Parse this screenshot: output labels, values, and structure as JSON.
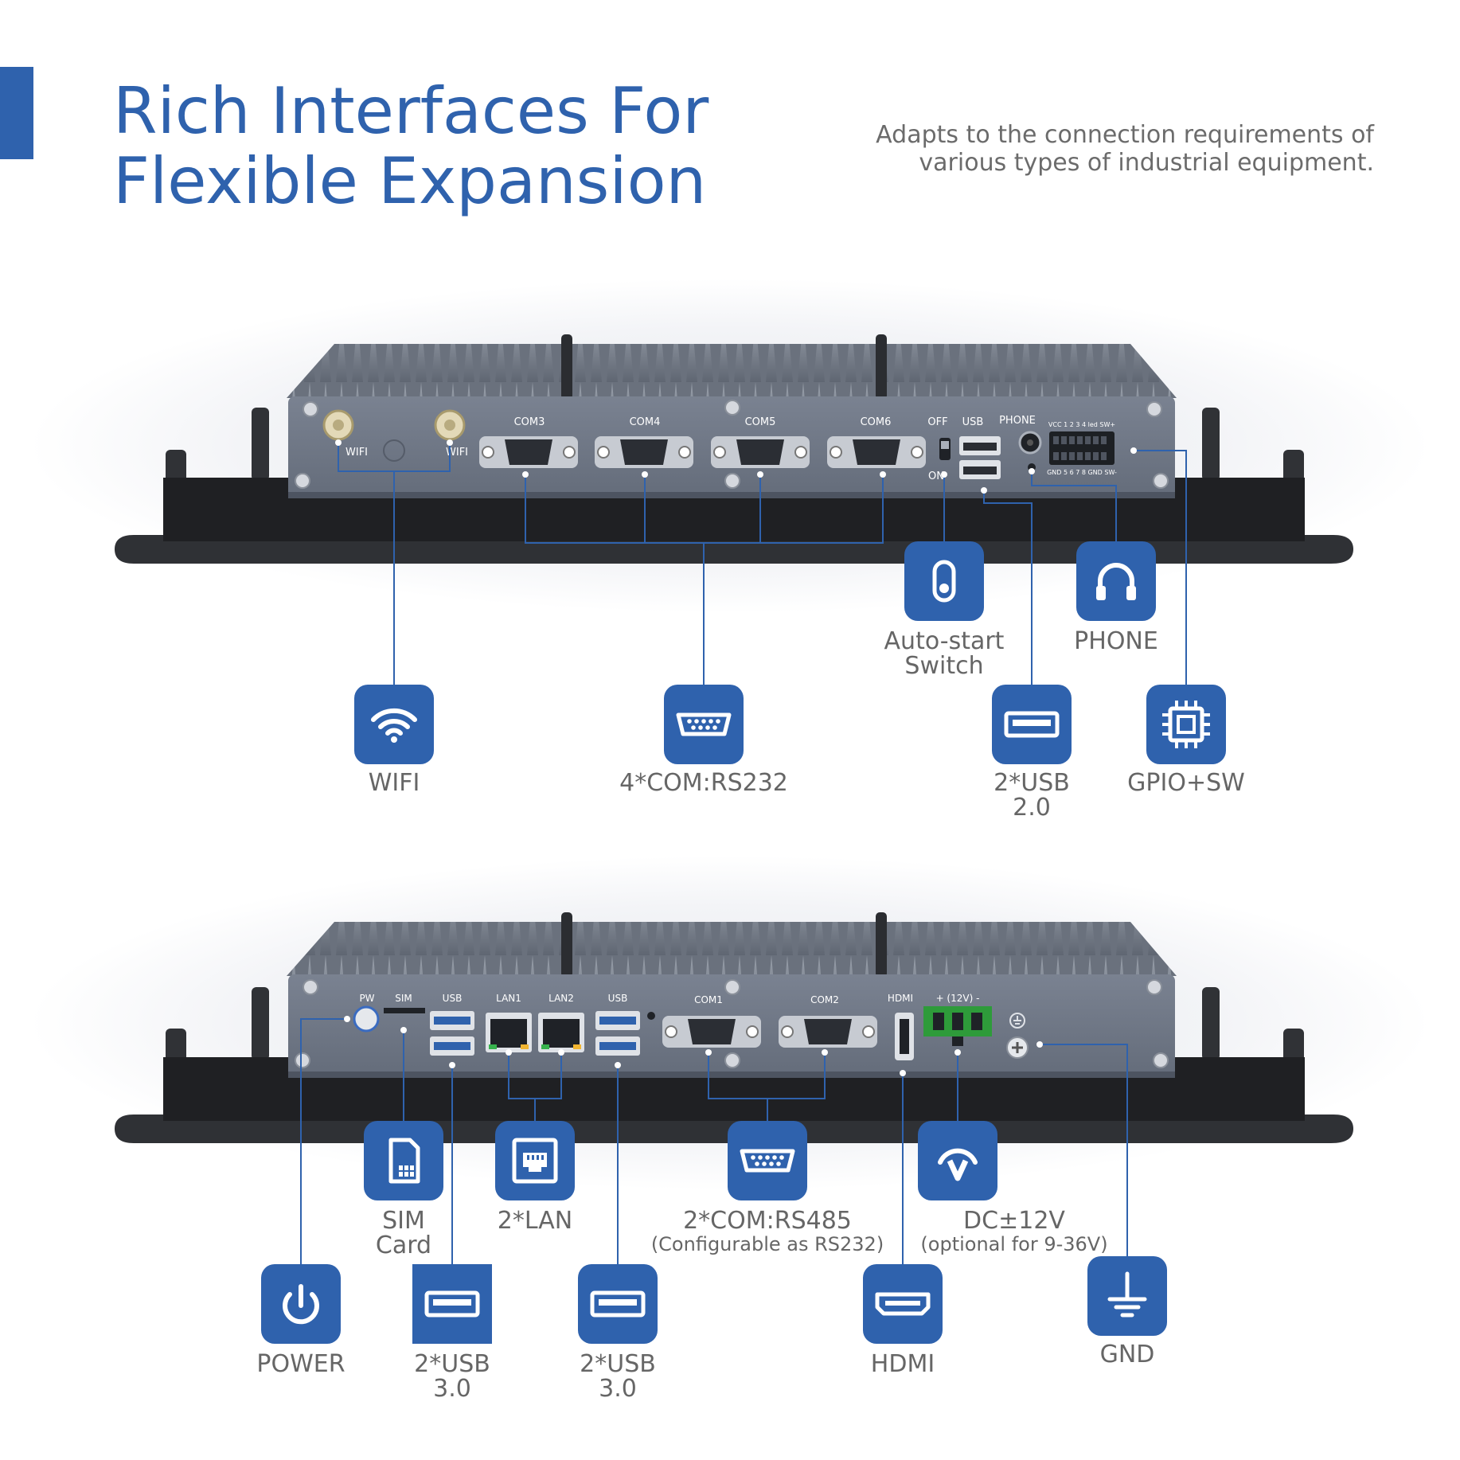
{
  "header": {
    "title_line1": "Rich Interfaces For",
    "title_line2": "Flexible Expansion",
    "subtitle_line1": "Adapts to the connection requirements of",
    "subtitle_line2": "various types of industrial equipment."
  },
  "colors": {
    "accent": "#2f62ad",
    "label_text": "#666666",
    "chassis": "#6e7787",
    "bezel": "#2f3135"
  },
  "top_panel": {
    "port_labels": {
      "wifi_left": "WIFI",
      "wifi_right": "WIFI",
      "com3": "COM3",
      "com4": "COM4",
      "com5": "COM5",
      "com6": "COM6",
      "off": "OFF",
      "on": "ON",
      "usb": "USB",
      "phone": "PHONE",
      "gpio_top": "VCC 1 2 3 4 led SW+",
      "gpio_bottom": "GND 5 6 7 8 GND SW-"
    },
    "callouts": {
      "wifi": {
        "label": "WIFI",
        "icon": "wifi-icon"
      },
      "com": {
        "label": "4*COM:RS232",
        "icon": "serial-port-icon"
      },
      "autostart": {
        "line1": "Auto-start",
        "line2": "Switch",
        "icon": "toggle-switch-icon"
      },
      "phone": {
        "label": "PHONE",
        "icon": "headphones-icon"
      },
      "usb2": {
        "line1": "2*USB",
        "line2": "2.0",
        "icon": "usb-port-icon"
      },
      "gpio": {
        "label": "GPIO+SW",
        "icon": "chip-icon"
      }
    }
  },
  "bottom_panel": {
    "port_labels": {
      "pw": "PW",
      "sim": "SIM",
      "usb_a": "USB",
      "lan1": "LAN1",
      "lan2": "LAN2",
      "usb_b": "USB",
      "com1": "COM1",
      "com2": "COM2",
      "hdmi": "HDMI",
      "dc": "+ (12V) -"
    },
    "callouts": {
      "sim": {
        "line1": "SIM",
        "line2": "Card",
        "icon": "sim-card-icon"
      },
      "lan": {
        "label": "2*LAN",
        "icon": "ethernet-port-icon"
      },
      "com": {
        "line1": "2*COM:RS485",
        "line2": "(Configurable as RS232)",
        "icon": "serial-port-icon"
      },
      "dc": {
        "line1": "DC±12V",
        "line2": "(optional for 9-36V)",
        "icon": "voltage-icon"
      },
      "power": {
        "label": "POWER",
        "icon": "power-icon"
      },
      "usb3_a": {
        "line1": "2*USB",
        "line2": "3.0",
        "icon": "usb-port-icon"
      },
      "usb3_b": {
        "line1": "2*USB",
        "line2": "3.0",
        "icon": "usb-port-icon"
      },
      "hdmi": {
        "label": "HDMI",
        "icon": "hdmi-port-icon"
      },
      "gnd": {
        "label": "GND",
        "icon": "ground-icon"
      }
    }
  }
}
